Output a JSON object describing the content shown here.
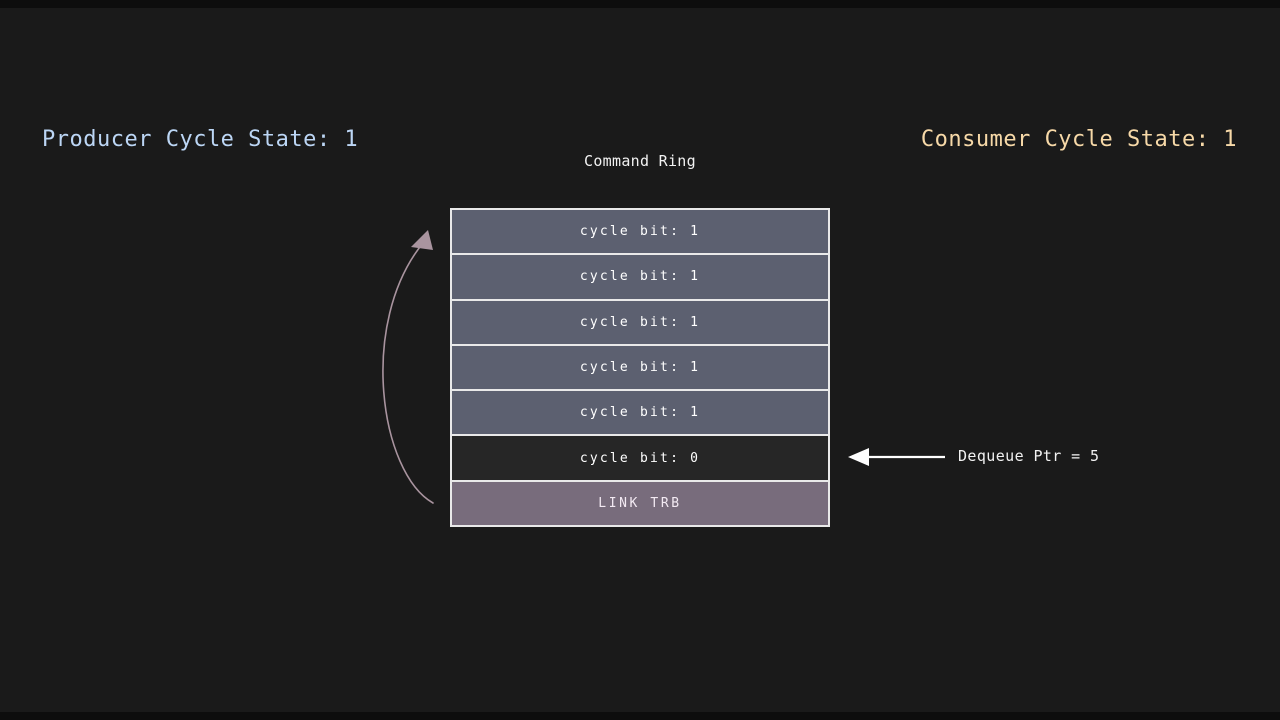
{
  "colors": {
    "background": "#1a1a1a",
    "letterbox": "#0d0d0d",
    "producer_text": "#bcd6f5",
    "consumer_text": "#f7d9a8",
    "row_filled": "#5c6070",
    "row_empty": "#262626",
    "row_link": "#786c7c",
    "border": "#e9e9e9",
    "wrap_arrow": "#a9949f",
    "dequeue_arrow": "#ffffff"
  },
  "producer": {
    "label": "Producer Cycle State: 1"
  },
  "consumer": {
    "label": "Consumer Cycle State: 1"
  },
  "ring": {
    "title": "Command Ring",
    "rows": [
      {
        "label": "cycle bit: 1",
        "kind": "slate"
      },
      {
        "label": "cycle bit: 1",
        "kind": "slate"
      },
      {
        "label": "cycle bit: 1",
        "kind": "slate"
      },
      {
        "label": "cycle bit: 1",
        "kind": "slate"
      },
      {
        "label": "cycle bit: 1",
        "kind": "slate"
      },
      {
        "label": "cycle bit: 0",
        "kind": "empty"
      },
      {
        "label": "LINK TRB",
        "kind": "link"
      }
    ]
  },
  "dequeue": {
    "label": "Dequeue Ptr = 5",
    "target_row_index": 5
  },
  "wrap_arrow": {
    "name": "link-trb-wrap-arrow",
    "from_row_index": 6,
    "to_row_index": 0
  }
}
